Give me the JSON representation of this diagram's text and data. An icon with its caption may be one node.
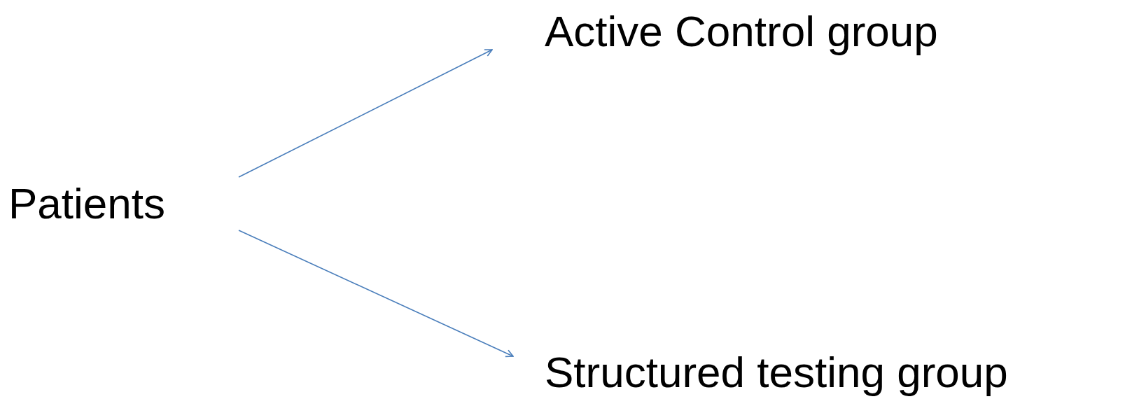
{
  "diagram": {
    "nodes": [
      {
        "text": [
          "Patients"
        ]
      },
      {
        "text": [
          "Active Control group"
        ]
      },
      {
        "text": [
          "Structured testing group"
        ]
      }
    ],
    "edges": [
      {
        "from": 0,
        "to": 1,
        "arrow": "to"
      },
      {
        "from": 0,
        "to": 2,
        "arrow": "to"
      }
    ]
  }
}
